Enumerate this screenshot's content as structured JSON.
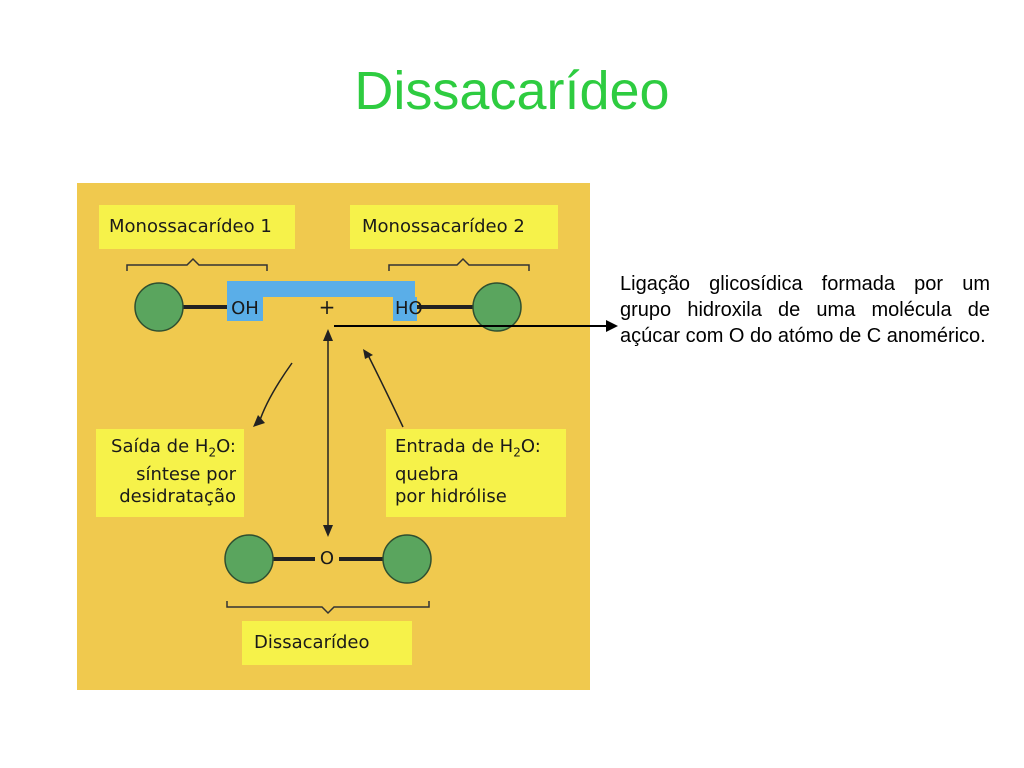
{
  "slide": {
    "title": "Dissacarídeo"
  },
  "diagram": {
    "monosaccharide_1_label": "Monossacarídeo 1",
    "monosaccharide_2_label": "Monossacarídeo 2",
    "hydroxyl_left": "OH",
    "hydroxyl_right": "HO",
    "plus": "+",
    "water_out": {
      "prefix": "Saída de H",
      "subscript": "2",
      "suffix": "O:",
      "line2": "síntese por",
      "line3": "desidratação"
    },
    "water_in": {
      "prefix": "Entrada de H",
      "subscript": "2",
      "suffix": "O:",
      "line2": "quebra",
      "line3": "por hidrólise"
    },
    "bridge_oxygen": "O",
    "disaccharide_label": "Dissacarídeo",
    "colors": {
      "background": "#f0c94e",
      "label_box": "#f6f24a",
      "highlight": "#5aaee8",
      "sugar_ring": "#5aa55e"
    }
  },
  "annotation": {
    "text": "Ligação glicosídica formada por um grupo hidroxila de uma molécula de açúcar com O do atómo de C anomérico."
  }
}
